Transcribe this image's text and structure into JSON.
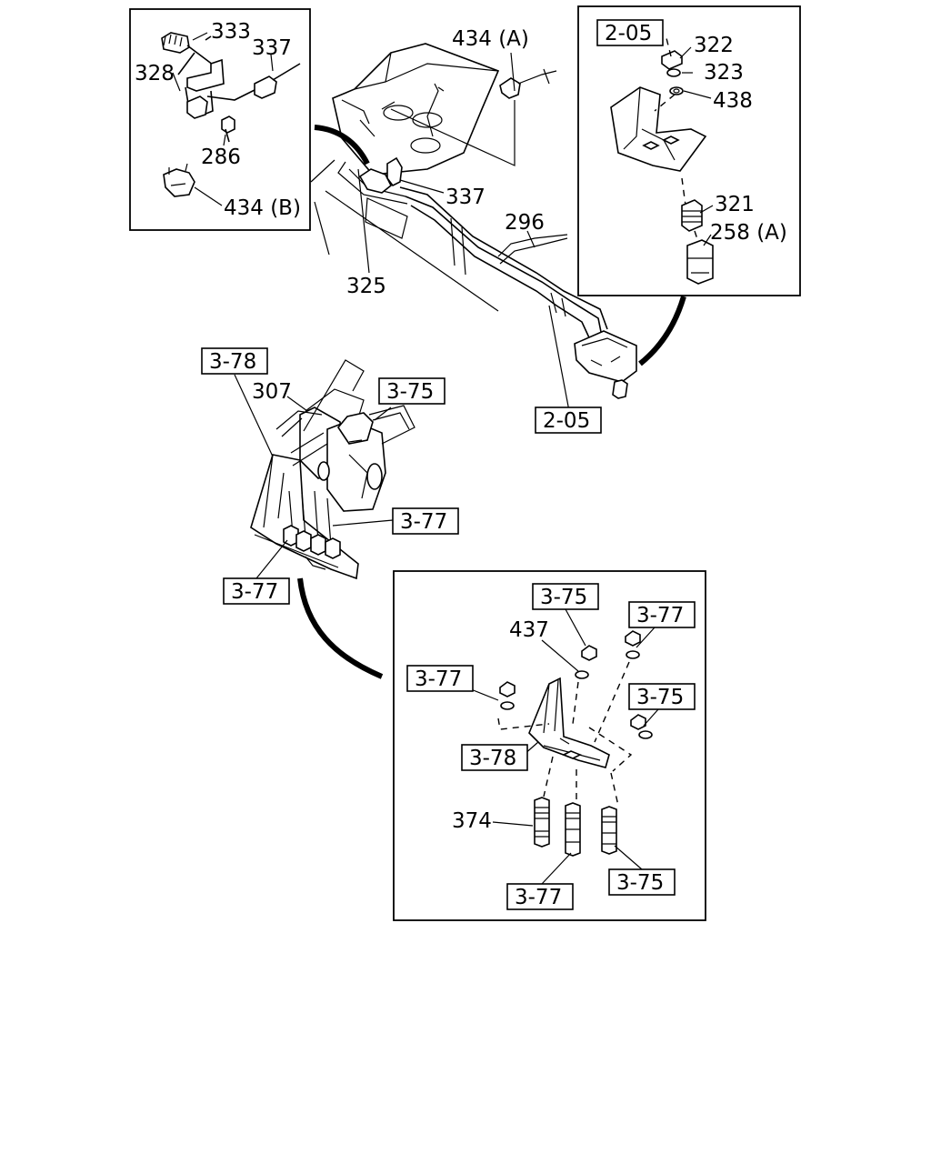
{
  "callouts": {
    "p333": "333",
    "p337_box": "337",
    "p328": "328",
    "p286": "286",
    "p434b": "434 (B)",
    "p434a": "434 (A)",
    "p337_main": "337",
    "p325": "325",
    "p296": "296",
    "p322": "322",
    "p323": "323",
    "p438": "438",
    "p321": "321",
    "p258a": "258 (A)",
    "p307": "307",
    "p437": "437",
    "p374": "374"
  },
  "refs": {
    "r205_box": "2-05",
    "r205_main": "2-05",
    "r378_main": "3-78",
    "r375_main": "3-75",
    "r377_right": "3-77",
    "r377_left": "3-77",
    "r375_detail_top": "3-75",
    "r377_detail_topright": "3-77",
    "r377_detail_left": "3-77",
    "r375_detail_right": "3-75",
    "r378_detail": "3-78",
    "r377_detail_bottom": "3-77",
    "r375_detail_bottom": "3-75"
  }
}
